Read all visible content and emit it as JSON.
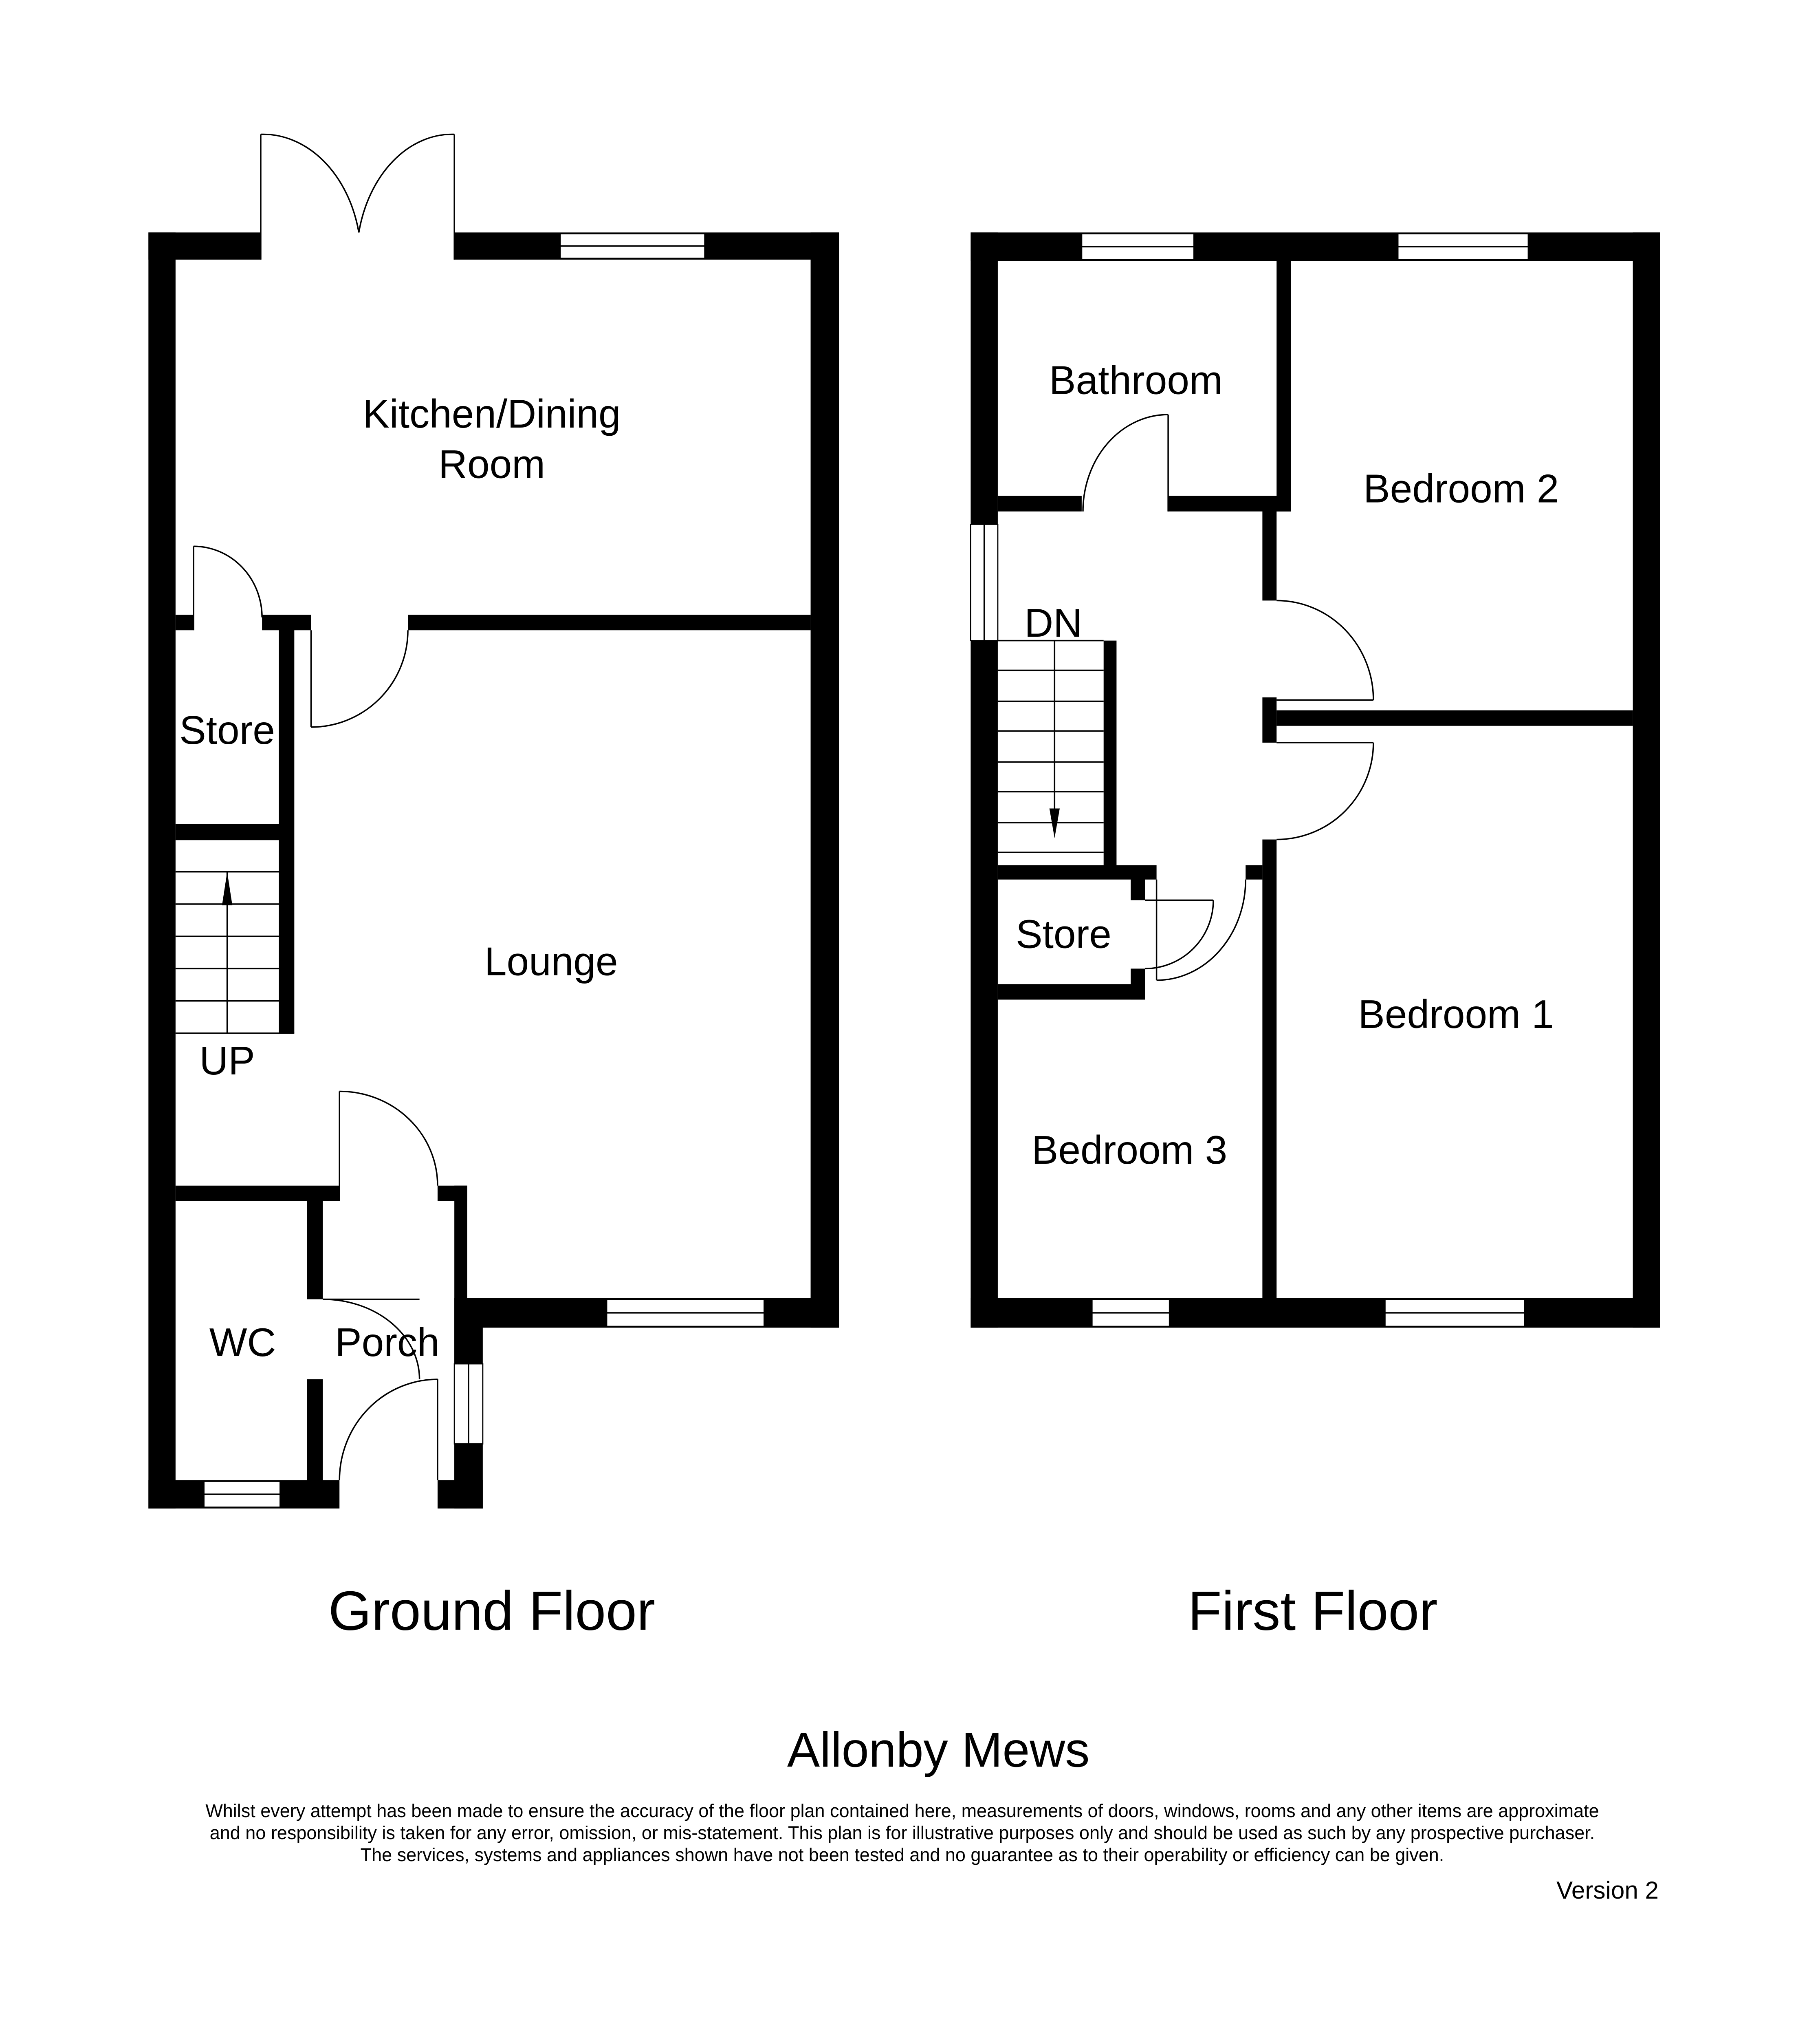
{
  "property": {
    "name": "Allonby Mews",
    "version": "Version 2"
  },
  "floors": {
    "ground": {
      "title": "Ground Floor",
      "rooms": {
        "kitchen_line1": "Kitchen/Dining",
        "kitchen_line2": "Room",
        "store": "Store",
        "lounge": "Lounge",
        "wc": "WC",
        "porch": "Porch"
      },
      "stairs_label": "UP"
    },
    "first": {
      "title": "First Floor",
      "rooms": {
        "bathroom": "Bathroom",
        "bedroom2": "Bedroom 2",
        "bedroom1": "Bedroom 1",
        "bedroom3": "Bedroom 3",
        "store": "Store"
      },
      "stairs_label": "DN"
    }
  },
  "disclaimer": {
    "line1": "Whilst every attempt has been made to ensure the accuracy of the floor plan contained here, measurements of doors, windows, rooms and any other items are approximate",
    "line2": "and no responsibility is taken for any error, omission, or mis-statement. This plan is for illustrative purposes only and should be used as such by any prospective purchaser.",
    "line3": "The services, systems and appliances shown have not been tested and no guarantee as to their operability or efficiency can be given."
  },
  "colors": {
    "wall": "#000000",
    "background": "#ffffff"
  }
}
